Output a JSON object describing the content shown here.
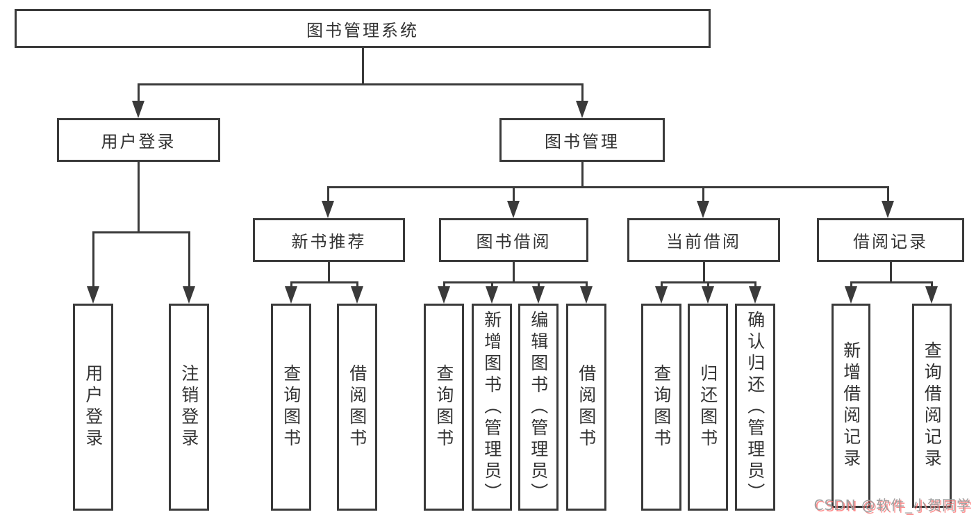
{
  "nodes": {
    "root": "图书管理系统",
    "user_login": "用户登录",
    "book_management": "图书管理"
  },
  "groups": {
    "user_login": {
      "children": [
        "用户登录",
        "注销登录"
      ]
    },
    "new_book_recommend": {
      "label": "新书推荐",
      "children": [
        "查询图书",
        "借阅图书"
      ]
    },
    "book_borrowing": {
      "label": "图书借阅",
      "children": [
        "查询图书",
        "新增图书（管理员）",
        "编辑图书（管理员）",
        "借阅图书"
      ]
    },
    "current_borrowing": {
      "label": "当前借阅",
      "children": [
        "查询图书",
        "归还图书",
        "确认归还（管理员）"
      ]
    },
    "borrowing_records": {
      "label": "借阅记录",
      "children": [
        "新增借阅记录",
        "查询借阅记录"
      ]
    }
  },
  "watermark": "CSDN @软件_小贺同学",
  "colors": {
    "line": "#3a3a3a",
    "text": "#333333",
    "background": "#ffffff",
    "watermark_text": "#9f9f9f",
    "watermark_shadow": "#fc6a6a"
  }
}
